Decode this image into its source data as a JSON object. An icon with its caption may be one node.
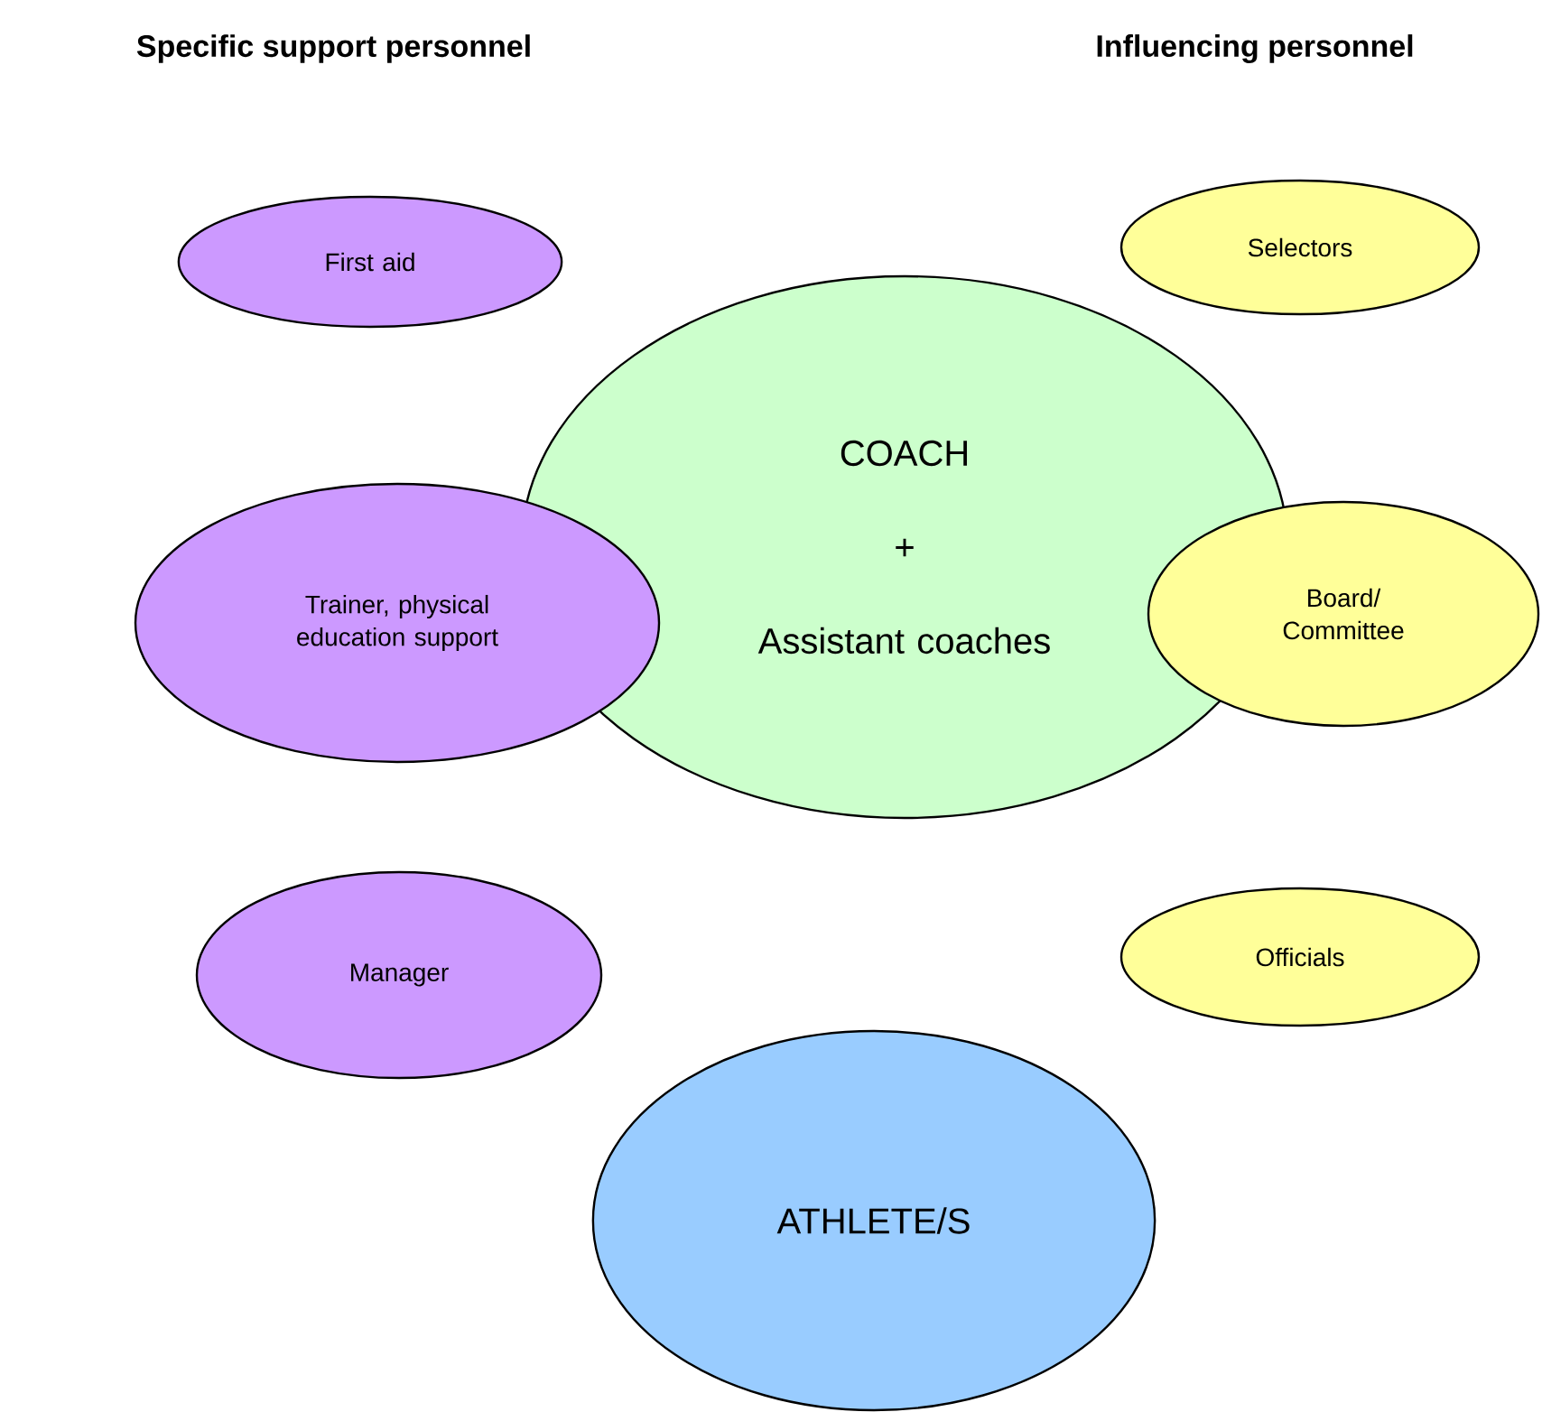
{
  "diagram": {
    "nodes": [
      {
        "text": [
          "First aid"
        ]
      },
      {
        "text": [
          "Selectors"
        ]
      },
      {
        "text": [
          "COACH",
          "+",
          "Assistant coaches"
        ]
      },
      {
        "text": [
          "Trainer, physical education support"
        ]
      },
      {
        "text": [
          "Board/ Committee"
        ]
      },
      {
        "text": [
          "Manager"
        ]
      },
      {
        "text": [
          "Officials"
        ]
      },
      {
        "text": [
          "ATHLETE/S"
        ]
      }
    ],
    "labels": [
      "Specific support personnel",
      "Influencing personnel"
    ]
  }
}
